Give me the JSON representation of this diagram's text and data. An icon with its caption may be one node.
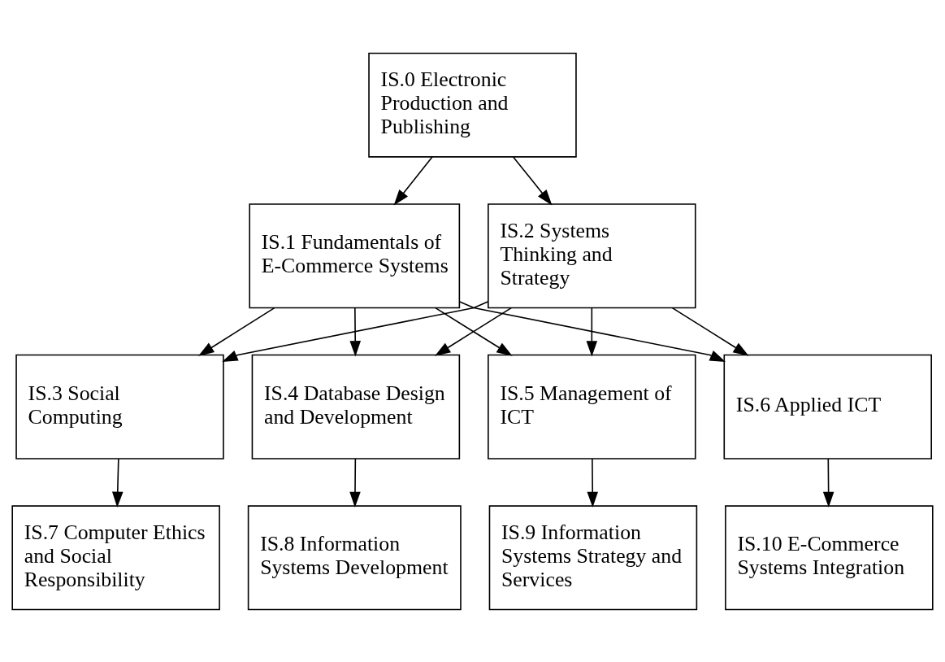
{
  "diagram": {
    "nodes": [
      {
        "text": [
          "IS.0 Electronic Production and Publishing"
        ]
      },
      {
        "text": [
          "IS.1 Fundamentals of E-Commerce Systems"
        ]
      },
      {
        "text": [
          "IS.2 Systems Thinking and Strategy"
        ]
      },
      {
        "text": [
          "IS.3 Social Computing"
        ]
      },
      {
        "text": [
          "IS.4 Database Design and Development"
        ]
      },
      {
        "text": [
          "IS.5 Management of ICT"
        ]
      },
      {
        "text": [
          "IS.6 Applied ICT"
        ]
      },
      {
        "text": [
          "IS.7 Computer Ethics and Social Responsibility"
        ]
      },
      {
        "text": [
          "IS.8 Information Systems Development"
        ]
      },
      {
        "text": [
          "IS.9 Information Systems Strategy and Services"
        ]
      },
      {
        "text": [
          "IS.10 E-Commerce Systems Integration"
        ]
      }
    ],
    "edges": [
      {
        "from": 0,
        "to": 1,
        "arrow": "to"
      },
      {
        "from": 0,
        "to": 2,
        "arrow": "to"
      },
      {
        "from": 1,
        "to": 3,
        "arrow": "to"
      },
      {
        "from": 1,
        "to": 4,
        "arrow": "to"
      },
      {
        "from": 1,
        "to": 5,
        "arrow": "to"
      },
      {
        "from": 1,
        "to": 6,
        "arrow": "to"
      },
      {
        "from": 2,
        "to": 3,
        "arrow": "to"
      },
      {
        "from": 2,
        "to": 4,
        "arrow": "to"
      },
      {
        "from": 2,
        "to": 5,
        "arrow": "to"
      },
      {
        "from": 2,
        "to": 6,
        "arrow": "to"
      },
      {
        "from": 3,
        "to": 7,
        "arrow": "to"
      },
      {
        "from": 4,
        "to": 8,
        "arrow": "to"
      },
      {
        "from": 5,
        "to": 9,
        "arrow": "to"
      },
      {
        "from": 6,
        "to": 10,
        "arrow": "to"
      }
    ]
  }
}
